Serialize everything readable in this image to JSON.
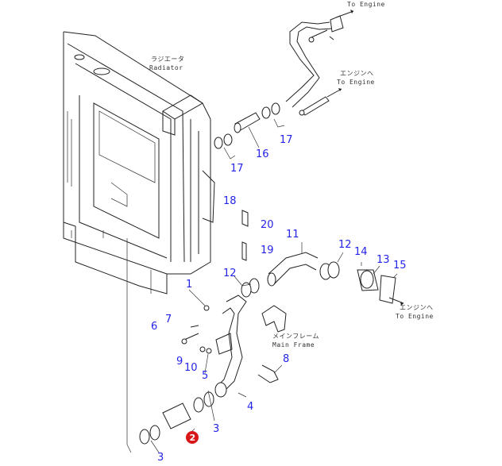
{
  "diagram": {
    "notes": {
      "to_engine_top": "To Engine",
      "radiator_jp": "ラジエータ",
      "radiator_en": "Radiator",
      "to_engine_mid_jp": "エンジンへ",
      "to_engine_mid_en": "To Engine",
      "to_engine_right_jp": "エンジンへ",
      "to_engine_right_en": "To Engine",
      "main_frame_jp": "メインフレーム",
      "main_frame_en": "Main Frame"
    },
    "part_numbers": {
      "p16": "16",
      "p17a": "17",
      "p17b": "17",
      "p18": "18",
      "p20": "20",
      "p19": "19",
      "p11": "11",
      "p12a": "12",
      "p14": "14",
      "p13": "13",
      "p15": "15",
      "p12b": "12",
      "p1": "1",
      "p7": "7",
      "p6": "6",
      "p9": "9",
      "p10": "10",
      "p5": "5",
      "p8": "8",
      "p4": "4",
      "p3a": "3",
      "p3b": "3",
      "p2": "2"
    },
    "colors": {
      "label": "#2424e8",
      "highlight": "#d81818"
    }
  }
}
